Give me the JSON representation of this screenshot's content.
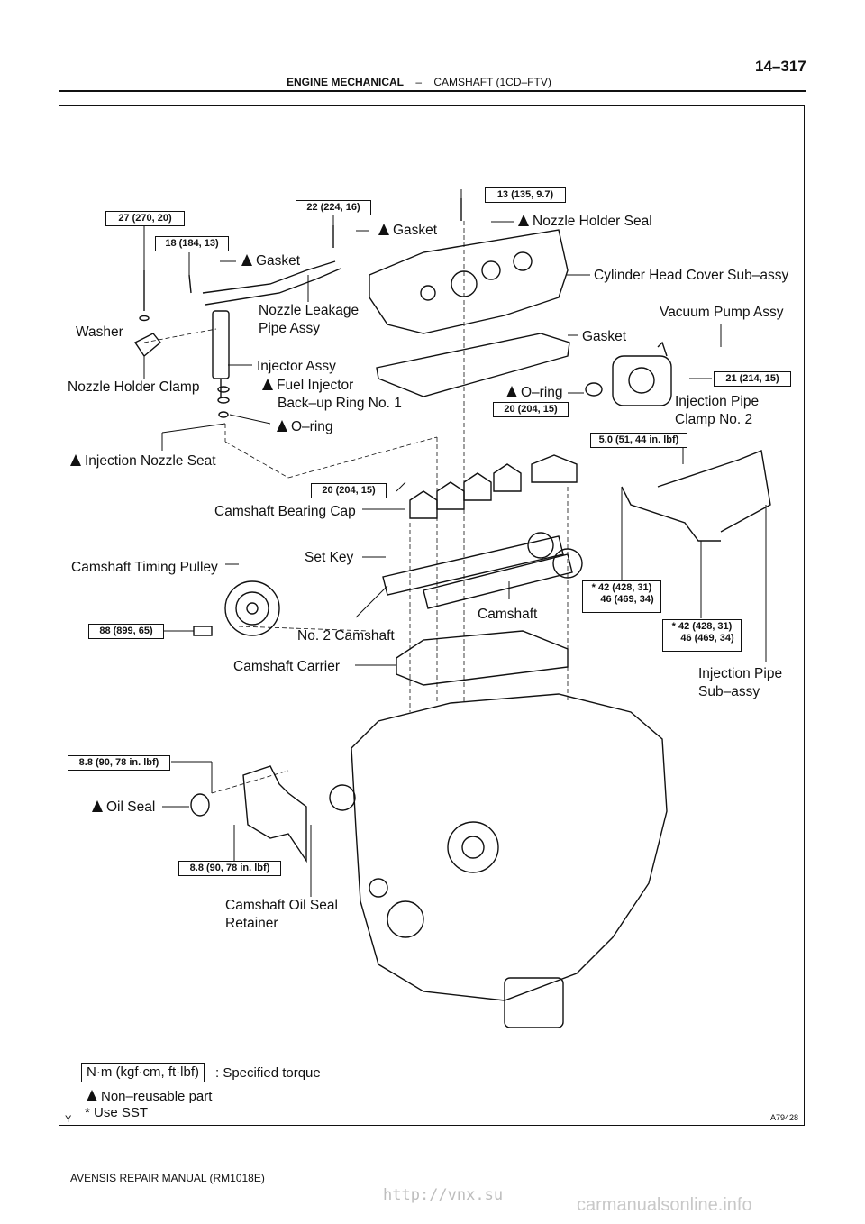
{
  "header": {
    "page_number": "14–317",
    "section": "ENGINE MECHANICAL",
    "separator": "–",
    "subsection": "CAMSHAFT (1CD–FTV)"
  },
  "labels": {
    "washer": "Washer",
    "nozzle_holder_clamp": "Nozzle Holder Clamp",
    "gasket_left": "Gasket",
    "gasket_top": "Gasket",
    "nozzle_holder_seal": "Nozzle Holder Seal",
    "cylinder_head_cover": "Cylinder Head Cover Sub–assy",
    "nozzle_leakage_pipe_1": "Nozzle Leakage",
    "nozzle_leakage_pipe_2": "Pipe Assy",
    "vacuum_pump": "Vacuum Pump Assy",
    "gasket_cover": "Gasket",
    "injector_assy": "Injector Assy",
    "fuel_injector_1": "Fuel Injector",
    "fuel_injector_2": "Back–up Ring No. 1",
    "o_ring_vacuum": "O–ring",
    "injection_pipe_clamp_1": "Injection Pipe",
    "injection_pipe_clamp_2": "Clamp No. 2",
    "o_ring_injector": "O–ring",
    "injection_nozzle_seat": "Injection Nozzle Seat",
    "camshaft_bearing_cap": "Camshaft Bearing Cap",
    "set_key": "Set Key",
    "camshaft_timing_pulley": "Camshaft Timing Pulley",
    "camshaft": "Camshaft",
    "no2_camshaft": "No. 2 Camshaft",
    "camshaft_carrier": "Camshaft Carrier",
    "injection_pipe_sub_1": "Injection Pipe",
    "injection_pipe_sub_2": "Sub–assy",
    "oil_seal": "Oil Seal",
    "camshaft_oil_seal_retainer_1": "Camshaft Oil Seal",
    "camshaft_oil_seal_retainer_2": "Retainer"
  },
  "torques": {
    "t27": "27 (270, 20)",
    "t18": "18 (184, 13)",
    "t22": "22 (224, 16)",
    "t13": "13 (135, 9.7)",
    "t21": "21 (214, 15)",
    "t20a": "20 (204, 15)",
    "t5": "5.0 (51, 44 in. lbf)",
    "t20b": "20 (204, 15)",
    "t42a_1": "* 42 (428, 31)",
    "t42a_2": "46 (469, 34)",
    "t42b_1": "* 42 (428, 31)",
    "t42b_2": "46 (469, 34)",
    "t88": "88 (899, 65)",
    "t8a": "8.8 (90, 78 in. lbf)",
    "t8b": "8.8 (90, 78 in. lbf)"
  },
  "legend": {
    "unit_box": "N·m (kgf·cm, ft·lbf)",
    "specified_torque": ": Specified torque",
    "non_reusable": "Non–reusable part",
    "use_sst": "* Use SST"
  },
  "figure_code": "A79428",
  "corner_mark": "Y",
  "footer": "AVENSIS REPAIR MANUAL   (RM1018E)",
  "watermark_url": "http://vnx.su",
  "watermark_site": "carmanualsonline.info"
}
